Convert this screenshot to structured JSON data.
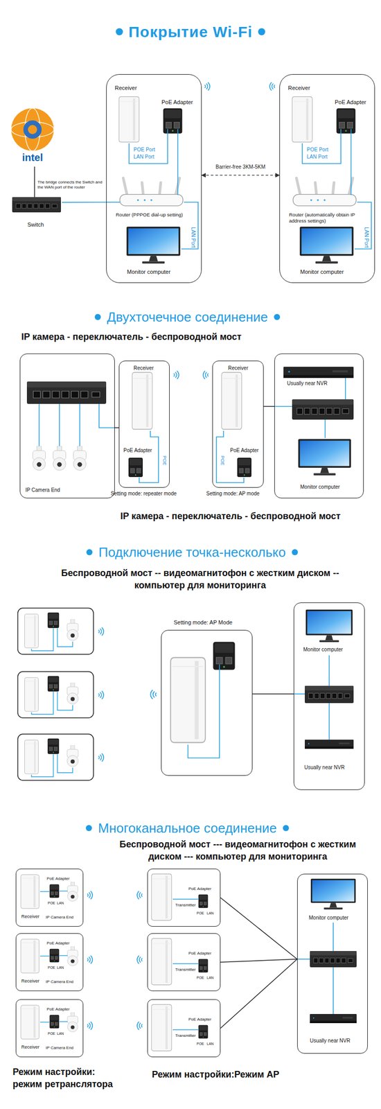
{
  "diagram": {
    "title": "Покрытие Wi-Fi",
    "nodes": [
      {
        "text": [
          "Receiver",
          "PoE Adapter",
          "POE Port",
          "LAN Port",
          "Router (PPPOE dial-up setting)",
          "LAN Port",
          "Monitor computer"
        ]
      },
      {
        "text": [
          "Receiver",
          "PoE Adapter",
          "POE Port",
          "LAN Port",
          "Router (automatically obtain IP address settings)",
          "LAN Port",
          "Monitor computer"
        ]
      },
      {
        "text": [
          "Switch"
        ]
      },
      {
        "text": [
          "IP Camera End"
        ]
      },
      {
        "text": [
          "Receiver",
          "PoE Adapter",
          "POE"
        ]
      },
      {
        "text": [
          "Receiver",
          "PoE Adapter",
          "POE"
        ]
      },
      {
        "text": [
          "Usually near NVR",
          "Monitor computer"
        ]
      },
      {
        "text": [
          "Setting mode: AP Mode"
        ]
      },
      {
        "text": [
          "Monitor computer",
          "Usually near NVR"
        ]
      },
      {
        "text": [
          "PoE Adapter",
          "POE",
          "LAN",
          "Receiver",
          "IP Camera End"
        ]
      },
      {
        "text": [
          "PoE Adapter",
          "POE",
          "LAN",
          "Receiver",
          "IP Camera End"
        ]
      },
      {
        "text": [
          "PoE Adapter",
          "POE",
          "LAN",
          "Receiver",
          "IP Camera End"
        ]
      },
      {
        "text": [
          "PoE Adapter",
          "Transmitter",
          "POE",
          "LAN"
        ]
      },
      {
        "text": [
          "PoE Adapter",
          "Transmitter",
          "POE",
          "LAN"
        ]
      },
      {
        "text": [
          "PoE Adapter",
          "Transmitter",
          "POE",
          "LAN"
        ]
      },
      {
        "text": [
          "Monitor computer",
          "Usually near NVR"
        ]
      }
    ],
    "edges": [
      {
        "from": 2,
        "to": 0,
        "arrow": "none"
      },
      {
        "from": 0,
        "to": 1,
        "arrow": "both",
        "label": "Barrier-free 3KM-5KM"
      },
      {
        "from": 3,
        "to": 4,
        "arrow": "none"
      },
      {
        "from": 5,
        "to": 6,
        "arrow": "none"
      },
      {
        "from": 7,
        "to": 8,
        "arrow": "none"
      },
      {
        "from": 12,
        "to": 15,
        "arrow": "none"
      },
      {
        "from": 13,
        "to": 15,
        "arrow": "none"
      },
      {
        "from": 14,
        "to": 15,
        "arrow": "none"
      }
    ],
    "labels": [
      "intel",
      "The bridge connects the Switch and the WAN port of the router",
      "Двухточечное соединение",
      "IP камера - переключатель - беспроводной мост",
      "Setting mode: repeater mode",
      "Setting mode: AP mode",
      "IP камера - переключатель - беспроводной мост",
      "Подключение точка-несколько",
      "Беспроводной мост -- видеомагнитофон с жестким диском -- компьютер для мониторинга",
      "Многоканальное соединение",
      "Беспроводной мост --- видеомагнитофон с жестким диском --- компьютер для мониторинга",
      "Режим настройки: режим ретранслятора",
      "Режим настройки:Режим AP"
    ]
  }
}
